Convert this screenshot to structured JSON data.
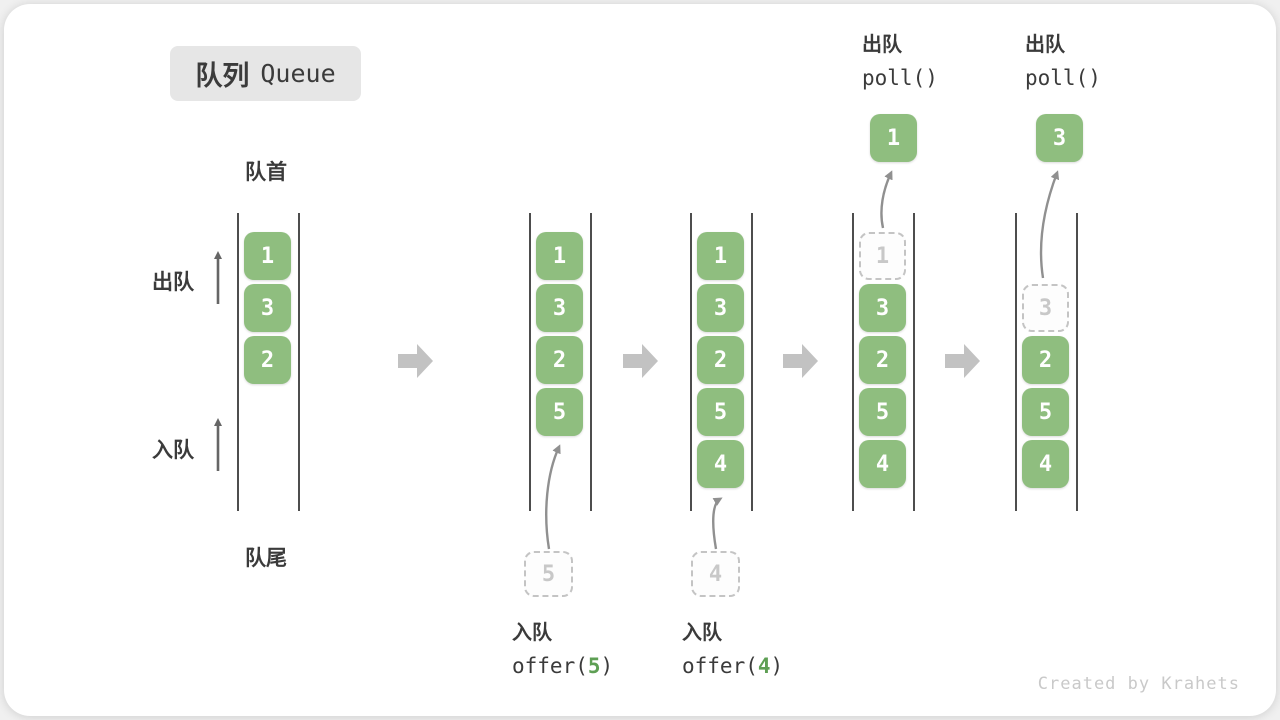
{
  "title": {
    "zh": "队列",
    "en": "Queue"
  },
  "side_labels": {
    "front": "队首",
    "rear": "队尾",
    "dequeue": "出队",
    "enqueue": "入队"
  },
  "footer": "Created by Krahets",
  "colors": {
    "box_green": "#8FBE7F",
    "code_arg_green": "#5E9F54",
    "dark_text": "#3B3B3B",
    "block_arrow_gray": "#C2C2C2",
    "queue_line": "#4d4d4d",
    "dashed_border": "#C4C4C4",
    "dashed_text": "#C8C8C8",
    "curve_arrow": "#909090",
    "side_arrow": "#666666",
    "footer_text": "#C9C9C9",
    "badge_bg": "#E6E6E6"
  },
  "queues": [
    {
      "slots": [
        {
          "row": 0,
          "v": "1",
          "dashed": false
        },
        {
          "row": 1,
          "v": "3",
          "dashed": false
        },
        {
          "row": 2,
          "v": "2",
          "dashed": false
        }
      ]
    },
    {
      "slots": [
        {
          "row": 0,
          "v": "1",
          "dashed": false
        },
        {
          "row": 1,
          "v": "3",
          "dashed": false
        },
        {
          "row": 2,
          "v": "2",
          "dashed": false
        },
        {
          "row": 3,
          "v": "5",
          "dashed": false
        }
      ],
      "incoming": {
        "v": "5"
      },
      "op_bottom": {
        "label": "入队",
        "code_pre": "offer(",
        "arg": "5",
        "code_post": ")"
      }
    },
    {
      "slots": [
        {
          "row": 0,
          "v": "1",
          "dashed": false
        },
        {
          "row": 1,
          "v": "3",
          "dashed": false
        },
        {
          "row": 2,
          "v": "2",
          "dashed": false
        },
        {
          "row": 3,
          "v": "5",
          "dashed": false
        },
        {
          "row": 4,
          "v": "4",
          "dashed": false
        }
      ],
      "incoming": {
        "v": "4"
      },
      "op_bottom": {
        "label": "入队",
        "code_pre": "offer(",
        "arg": "4",
        "code_post": ")"
      }
    },
    {
      "slots": [
        {
          "row": 0,
          "v": "1",
          "dashed": true
        },
        {
          "row": 1,
          "v": "3",
          "dashed": false
        },
        {
          "row": 2,
          "v": "2",
          "dashed": false
        },
        {
          "row": 3,
          "v": "5",
          "dashed": false
        },
        {
          "row": 4,
          "v": "4",
          "dashed": false
        }
      ],
      "outgoing": {
        "v": "1"
      },
      "op_top": {
        "label": "出队",
        "code": "poll()"
      }
    },
    {
      "slots": [
        {
          "row": 1,
          "v": "3",
          "dashed": true
        },
        {
          "row": 2,
          "v": "2",
          "dashed": false
        },
        {
          "row": 3,
          "v": "5",
          "dashed": false
        },
        {
          "row": 4,
          "v": "4",
          "dashed": false
        }
      ],
      "outgoing": {
        "v": "3"
      },
      "op_top": {
        "label": "出队",
        "code": "poll()"
      }
    }
  ]
}
